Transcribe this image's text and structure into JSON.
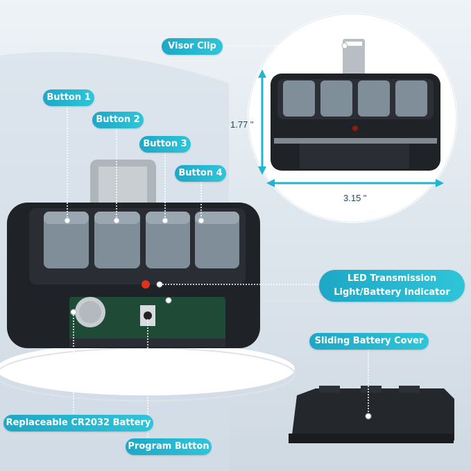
{
  "labels": {
    "visor_clip": "Visor Clip",
    "button1": "Button 1",
    "button2": "Button 2",
    "button3": "Button 3",
    "button4": "Button 4",
    "led_line1": "LED Transmission",
    "led_line2": "Light/Battery Indicator",
    "battery_cover": "Sliding Battery Cover",
    "battery": "Replaceable CR2032 Battery",
    "program_button": "Program Button"
  },
  "dimensions": {
    "height": "1.77 \"",
    "width": "3.15 \""
  },
  "colors": {
    "accent": "#22b5cf",
    "remote_body": "#1f2227",
    "button_gray": "#7f8e98",
    "led_red": "#e0301e",
    "pcb_green": "#1f4a35"
  }
}
